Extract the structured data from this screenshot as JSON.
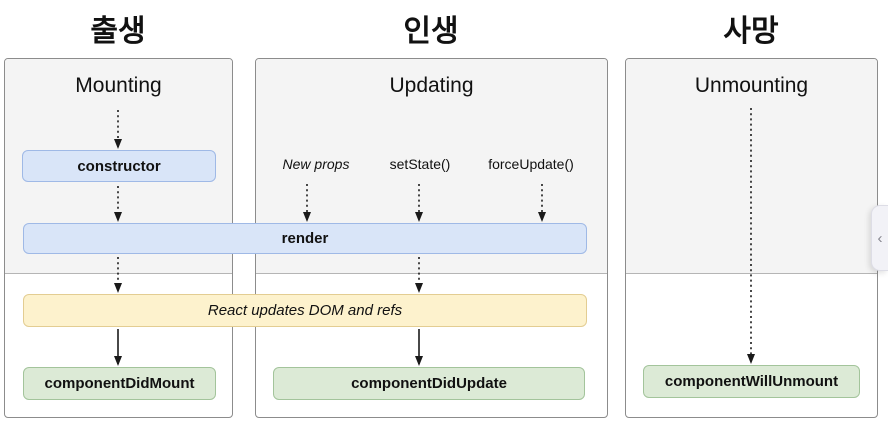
{
  "headings": {
    "birth": "출생",
    "life": "인생",
    "death": "사망"
  },
  "panels": {
    "mounting": {
      "title": "Mounting"
    },
    "updating": {
      "title": "Updating",
      "triggers": {
        "new_props": "New props",
        "set_state": "setState()",
        "force_update": "forceUpdate()"
      }
    },
    "unmounting": {
      "title": "Unmounting"
    }
  },
  "nodes": {
    "constructor": "constructor",
    "render": "render",
    "react_updates": "React updates DOM and refs",
    "component_did_mount": "componentDidMount",
    "component_did_update": "componentDidUpdate",
    "component_will_unmount": "componentWillUnmount"
  },
  "side_tab": {
    "chevron": "‹"
  },
  "colors": {
    "page_bg": "#ffffff",
    "panel_bg": "#f4f4f4",
    "panel_border": "#8c8c8c",
    "blue_fill": "#d9e5f8",
    "blue_border": "#9fb9e6",
    "yellow_fill": "#fdf2cd",
    "yellow_border": "#e3cd92",
    "green_fill": "#dcead6",
    "green_border": "#a3c49b"
  }
}
